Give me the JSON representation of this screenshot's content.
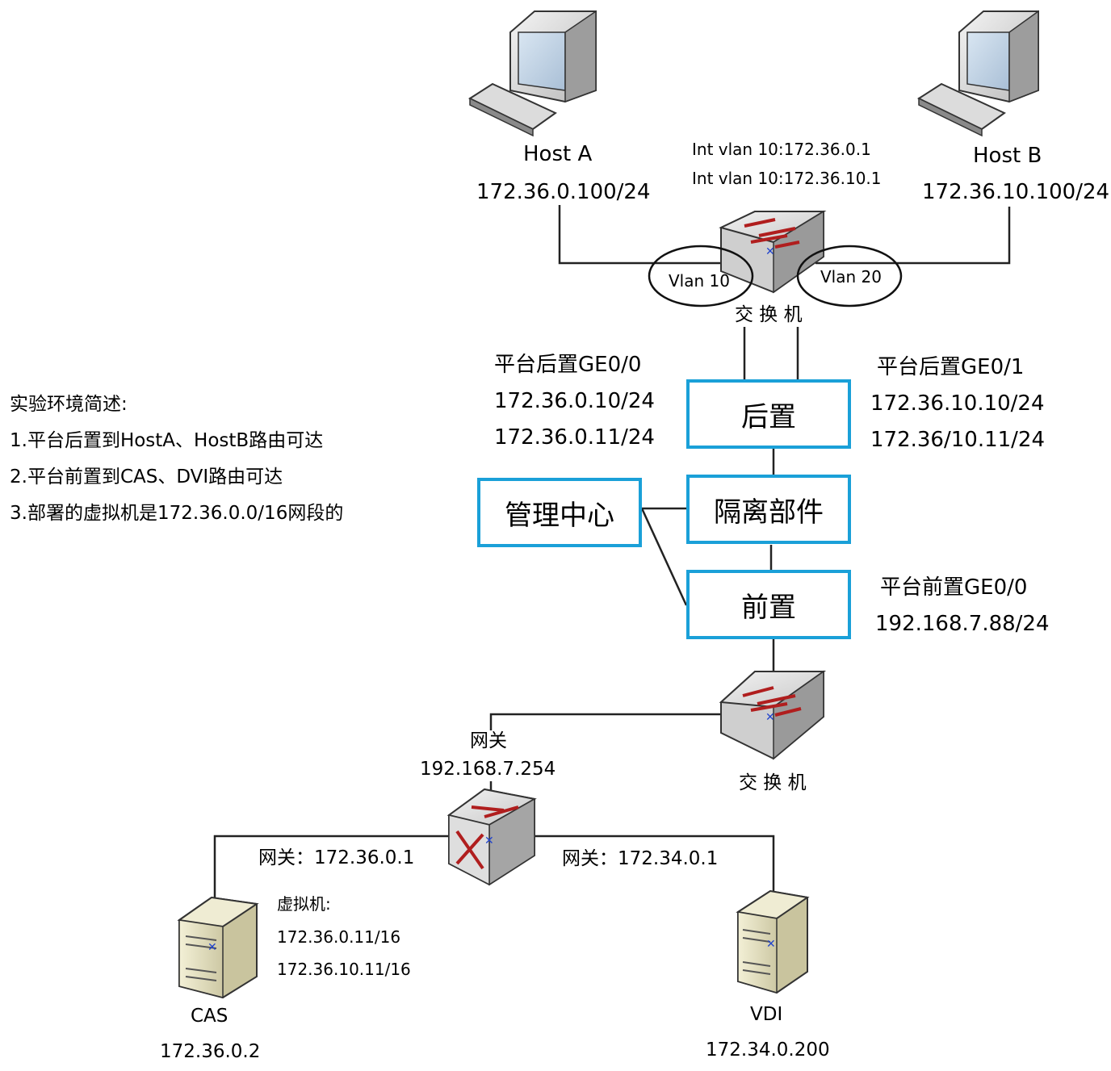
{
  "host_a": {
    "name": "Host A",
    "ip": "172.36.0.100/24"
  },
  "host_b": {
    "name": "Host B",
    "ip": "172.36.10.100/24"
  },
  "core_switch": {
    "int_vlan_1": "Int vlan 10:172.36.0.1",
    "int_vlan_2": "Int vlan 10:172.36.10.1",
    "vlan_left": "Vlan 10",
    "vlan_right": "Vlan 20",
    "label": "交 换 机"
  },
  "rear_left": {
    "title": "平台后置GE0/0",
    "ip1": "172.36.0.10/24",
    "ip2": "172.36.0.11/24"
  },
  "rear_right": {
    "title": "平台后置GE0/1",
    "ip1": "172.36.10.10/24",
    "ip2": "172.36/10.11/24"
  },
  "boxes": {
    "rear": "后置",
    "isolation": "隔离部件",
    "front": "前置",
    "mgmt": "管理中心"
  },
  "front_info": {
    "title": "平台前置GE0/0",
    "ip": "192.168.7.88/24"
  },
  "env": {
    "title": "实验环境简述:",
    "line1": "1.平台后置到HostA、HostB路由可达",
    "line2": "2.平台前置到CAS、DVI路由可达",
    "line3": "3.部署的虚拟机是172.36.0.0/16网段的"
  },
  "lower_switch": {
    "label": "交 换 机"
  },
  "router": {
    "gw_top_label": "网关",
    "gw_top_ip": "192.168.7.254",
    "gw_left": "网关：172.36.0.1",
    "gw_right": "网关：172.34.0.1"
  },
  "vm": {
    "title": "虚拟机:",
    "ip1": "172.36.0.11/16",
    "ip2": "172.36.10.11/16"
  },
  "cas": {
    "name": "CAS",
    "ip": "172.36.0.2"
  },
  "vdi": {
    "name": "VDI",
    "ip": "172.34.0.200"
  }
}
